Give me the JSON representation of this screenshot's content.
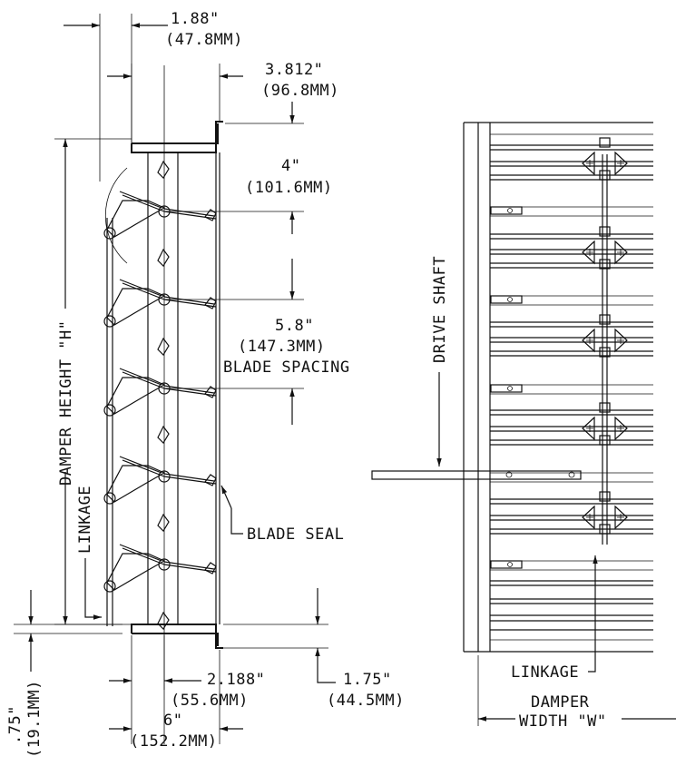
{
  "dimensions": {
    "d1": {
      "value": "1.88\"",
      "metric": "(47.8MM)"
    },
    "d2": {
      "value": "3.812\"",
      "metric": "(96.8MM)"
    },
    "d3": {
      "value": "4\"",
      "metric": "(101.6MM)"
    },
    "d4": {
      "value": "5.8\"",
      "metric": "(147.3MM)",
      "note": "BLADE SPACING"
    },
    "d5": {
      "value": "2.188\"",
      "metric": "(55.6MM)"
    },
    "d6": {
      "value": "1.75\"",
      "metric": "(44.5MM)"
    },
    "d7": {
      "value": "6\"",
      "metric": "(152.2MM)"
    },
    "d8": {
      "value": ".75\"",
      "metric": "(19.1MM)"
    }
  },
  "labels": {
    "damper_height": "DAMPER HEIGHT \"H\"",
    "linkage_side": "LINKAGE",
    "blade_seal": "BLADE SEAL",
    "drive_shaft": "DRIVE SHAFT",
    "linkage_front": "LINKAGE",
    "damper_width_1": "DAMPER",
    "damper_width_2": "WIDTH \"W\""
  }
}
